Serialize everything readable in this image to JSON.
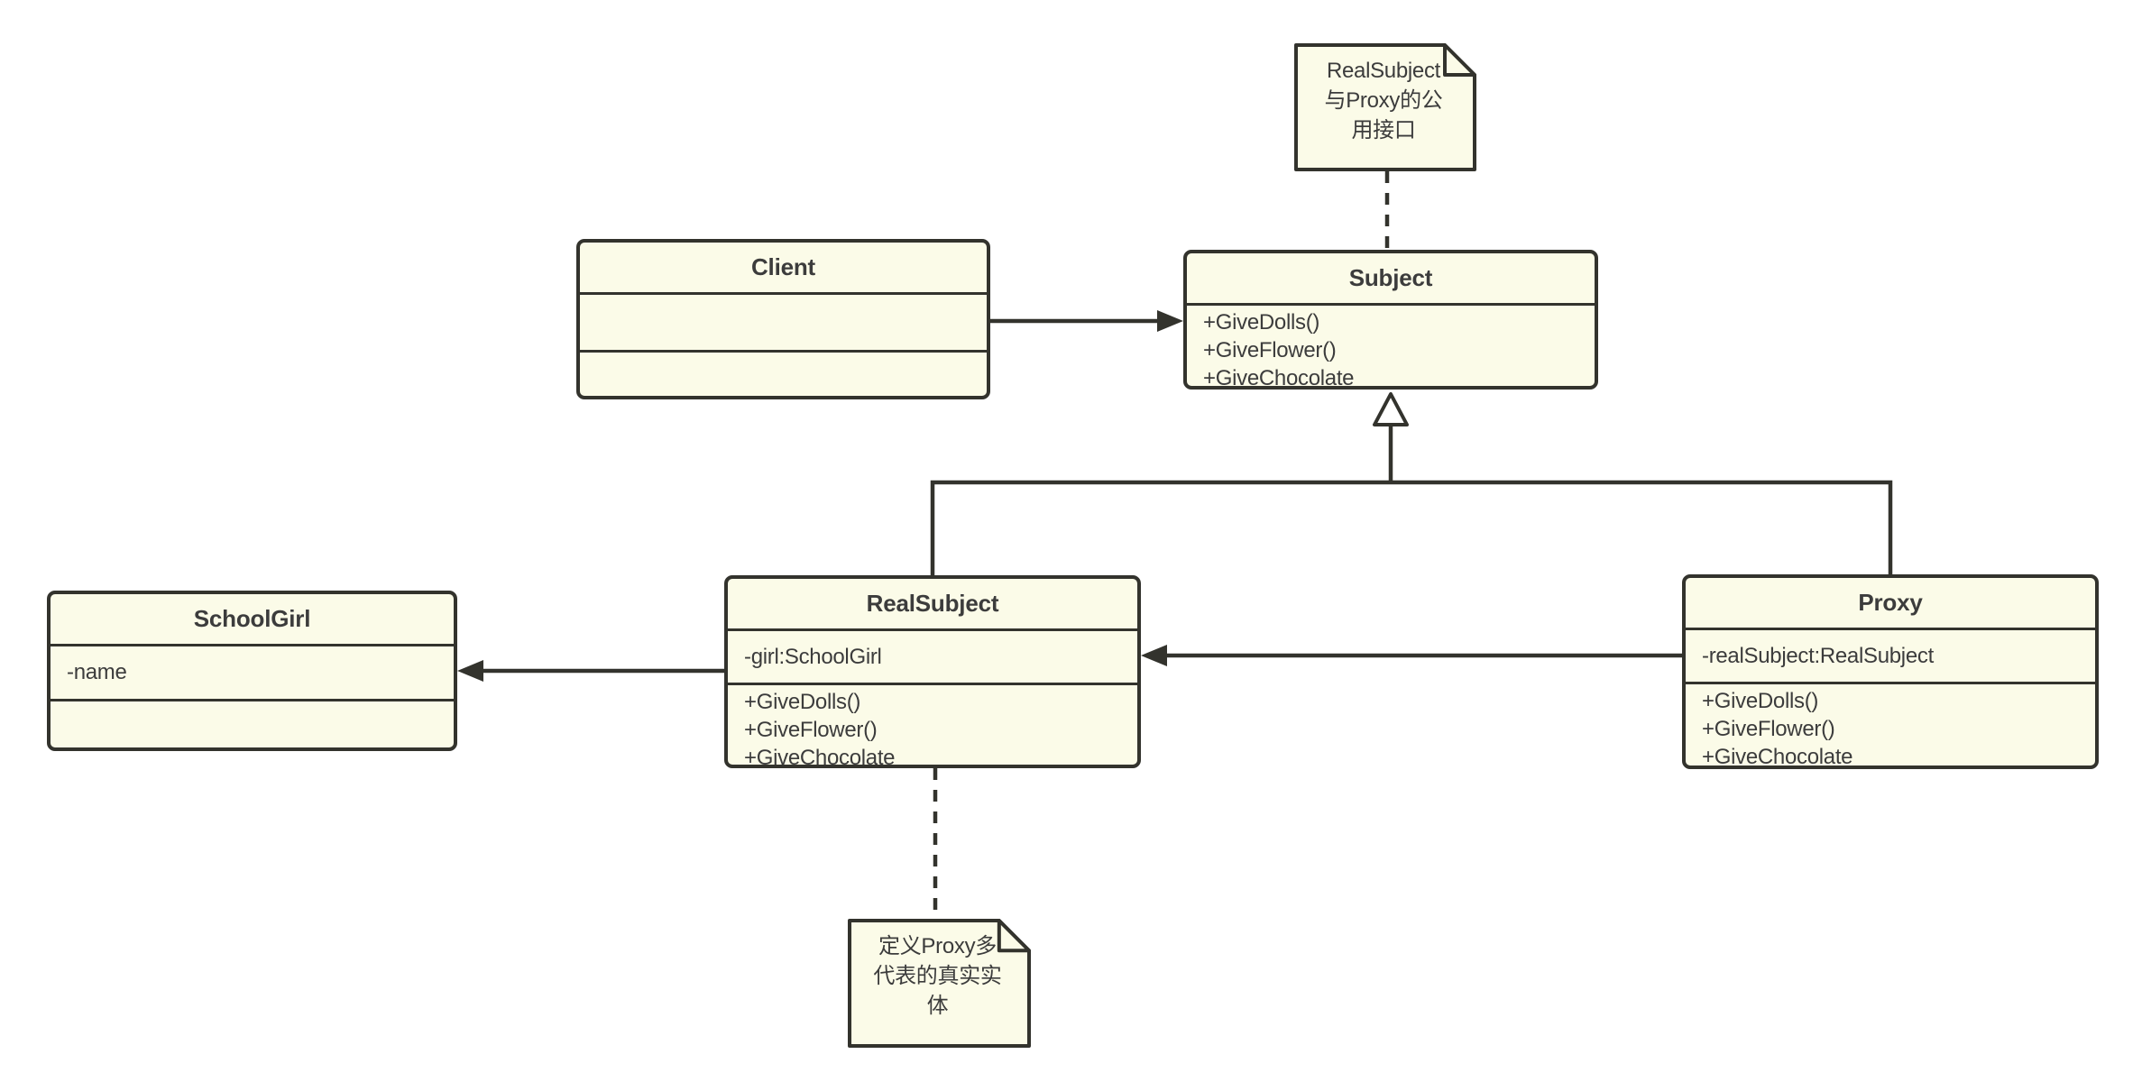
{
  "colors": {
    "background": "#ffffff",
    "box_fill": "#fbfbe8",
    "stroke": "#33332d",
    "text": "#3c3c3c"
  },
  "classes": {
    "client": {
      "name": "Client",
      "attributes": [],
      "methods": []
    },
    "subject": {
      "name": "Subject",
      "attributes": [],
      "methods": [
        "+GiveDolls()",
        "+GiveFlower()",
        "+GiveChocolate"
      ]
    },
    "schoolgirl": {
      "name": "SchoolGirl",
      "attributes": [
        "-name"
      ],
      "methods": []
    },
    "realsubject": {
      "name": "RealSubject",
      "attributes": [
        "-girl:SchoolGirl"
      ],
      "methods": [
        "+GiveDolls()",
        "+GiveFlower()",
        "+GiveChocolate"
      ]
    },
    "proxy": {
      "name": "Proxy",
      "attributes": [
        "-realSubject:RealSubject"
      ],
      "methods": [
        "+GiveDolls()",
        "+GiveFlower()",
        "+GiveChocolate"
      ]
    }
  },
  "notes": {
    "subject_note": {
      "text": "RealSubject与Proxy的公用接口",
      "lines": [
        "RealSubject",
        "与Proxy的公",
        "用接口"
      ],
      "attached_to": "Subject"
    },
    "realsubject_note": {
      "text": "定义Proxy多代表的真实实体",
      "lines": [
        "定义Proxy多",
        "代表的真实实",
        "体"
      ],
      "attached_to": "RealSubject"
    }
  },
  "relationships": [
    {
      "from": "Client",
      "to": "Subject",
      "type": "association",
      "line": "solid",
      "arrowhead": "filled-triangle"
    },
    {
      "from": "RealSubject",
      "to": "Subject",
      "type": "generalization",
      "line": "solid",
      "arrowhead": "hollow-triangle"
    },
    {
      "from": "Proxy",
      "to": "Subject",
      "type": "generalization",
      "line": "solid",
      "arrowhead": "hollow-triangle"
    },
    {
      "from": "RealSubject",
      "to": "SchoolGirl",
      "type": "association",
      "line": "solid",
      "arrowhead": "filled-triangle"
    },
    {
      "from": "Proxy",
      "to": "RealSubject",
      "type": "association",
      "line": "solid",
      "arrowhead": "filled-triangle"
    },
    {
      "from": "note:subject_note",
      "to": "Subject",
      "type": "note-attachment",
      "line": "dashed",
      "arrowhead": "none"
    },
    {
      "from": "note:realsubject_note",
      "to": "RealSubject",
      "type": "note-attachment",
      "line": "dashed",
      "arrowhead": "none"
    }
  ]
}
